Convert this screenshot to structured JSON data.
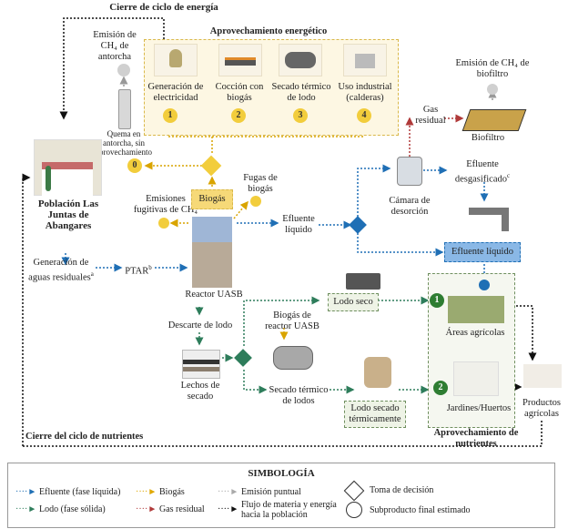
{
  "titles": {
    "energy_cycle": "Cierre de ciclo de energía",
    "energy_use": "Aprovechamiento energético",
    "nutrient_cycle": "Cierre del ciclo de nutrientes",
    "nutrient_use": "Aprovechamiento de nutrientes"
  },
  "energy_options": [
    {
      "num": "1",
      "label": "Generación de electricidad",
      "icon": "lightbulb-icon"
    },
    {
      "num": "2",
      "label": "Cocción con biogás",
      "icon": "gas-stove-icon"
    },
    {
      "num": "3",
      "label": "Secado térmico de lodo",
      "icon": "thermal-dryer-icon"
    },
    {
      "num": "4",
      "label": "Uso industrial (calderas)",
      "icon": "boiler-icon"
    }
  ],
  "nodes": {
    "torch_emission": "Emisión de CH₄ de antorcha",
    "torch_burn": "Quema en antorcha, sin aprovechamiento",
    "torch_num": "0",
    "population": "Población Las Juntas de Abangares",
    "wastewater": "Generación de aguas residuales",
    "wastewater_sup": "a",
    "ptar": "PTAR",
    "ptar_sup": "b",
    "fugitive": "Emisiones fugitivas de CH₄",
    "leaks": "Fugas de biogás",
    "biogas": "Biogás",
    "reactor": "Reactor UASB",
    "effluent_liquid": "Efluente líquido",
    "desorption": "Cámara de desorción",
    "residual_gas": "Gas residual",
    "biofilter_emission": "Emisión de CH₄ de biofiltro",
    "biofilter": "Biofiltro",
    "degassed": "Efluente desgasificado",
    "degassed_sup": "c",
    "effluent_box": "Efluente líquido",
    "sludge_discard": "Descarte de lodo",
    "drying_beds": "Lechos de secado",
    "reactor_biogas": "Biogás de reactor UASB",
    "thermal_drying": "Secado térmico de lodos",
    "dry_sludge": "Lodo seco",
    "thermal_sludge": "Lodo secado térmicamente",
    "agri_areas": "Áreas agrícolas",
    "agri_num": "1",
    "gardens": "Jardines/Huertos",
    "gardens_num": "2",
    "products": "Productos agrícolas"
  },
  "legend": {
    "title": "SIMBOLOGÍA",
    "items": [
      {
        "label": "Efluente (fase líquida)",
        "color": "#1f6fb5"
      },
      {
        "label": "Lodo (fase sólida)",
        "color": "#2e7d5b"
      },
      {
        "label": "Biogás",
        "color": "#e0a800"
      },
      {
        "label": "Gas residual",
        "color": "#b03a3a"
      },
      {
        "label": "Emisión puntual",
        "color": "#aaaaaa"
      },
      {
        "label": "Flujo de materia y energía hacia la población",
        "color": "#111111"
      }
    ],
    "decision": "Toma de decisión",
    "final": "Subproducto final estimado"
  }
}
